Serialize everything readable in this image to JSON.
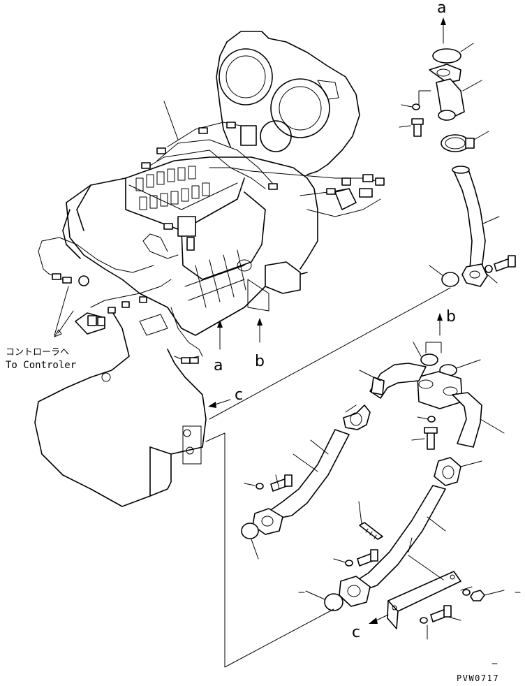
{
  "labels": {
    "controller_jp": "コントローラヘ",
    "controller_en": "To Controler",
    "a_top": "a",
    "a_bottom": "a",
    "b_top": "b",
    "b_bottom": "b",
    "c_left": "c",
    "c_bottom": "c",
    "drawing_code": "PVW0717"
  }
}
